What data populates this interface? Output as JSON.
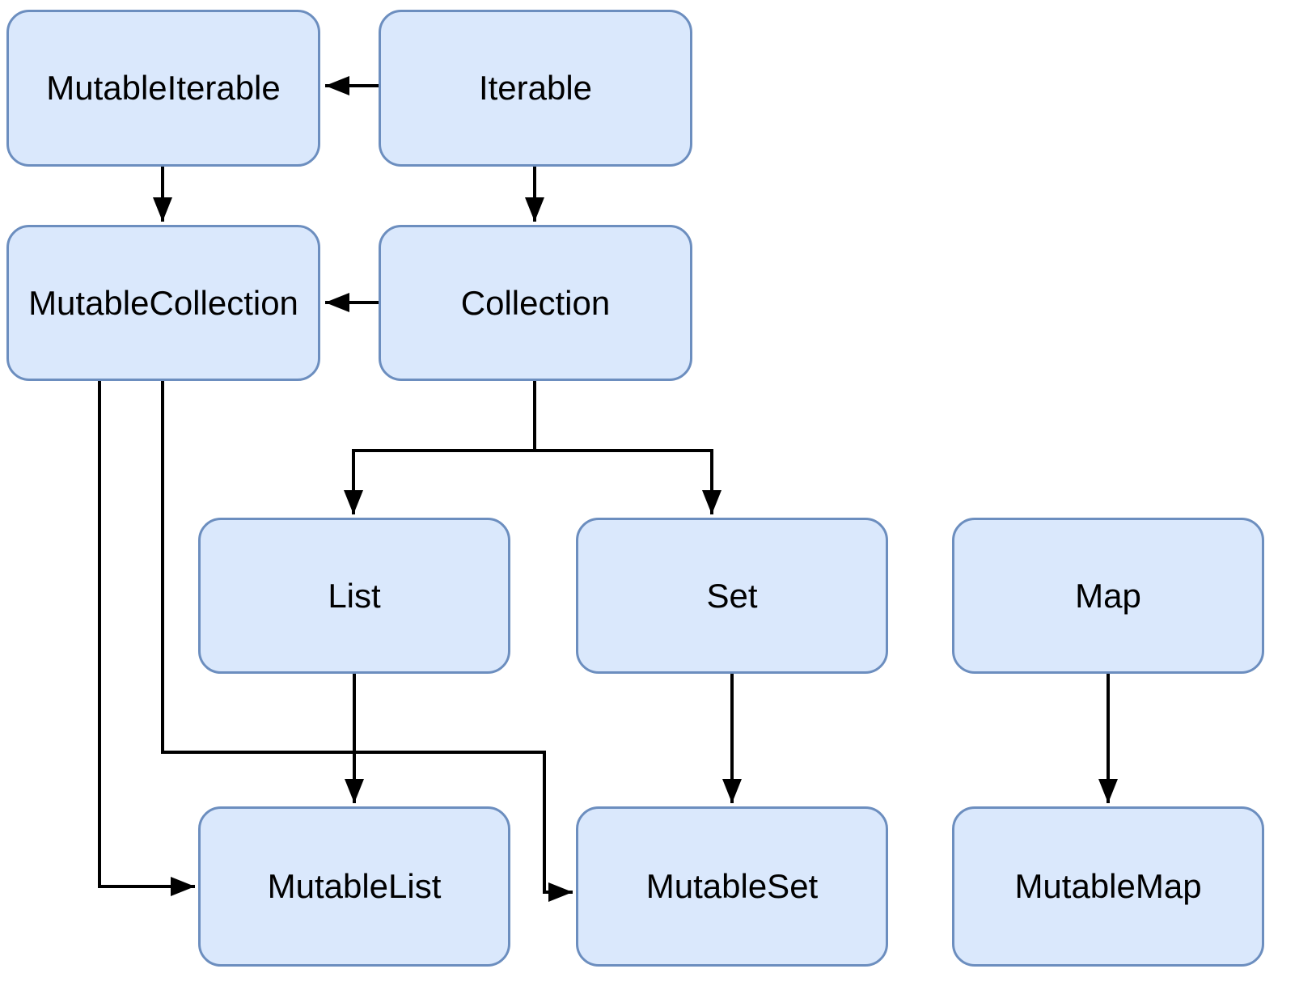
{
  "diagram": {
    "type": "class-hierarchy",
    "colors": {
      "node_fill": "#dae8fc",
      "node_border": "#6c8ebf",
      "arrow": "#000000",
      "text": "#000000",
      "background": "#ffffff"
    },
    "nodes": [
      {
        "id": "mutable-iterable",
        "label": "MutableIterable"
      },
      {
        "id": "iterable",
        "label": "Iterable"
      },
      {
        "id": "mutable-collection",
        "label": "MutableCollection"
      },
      {
        "id": "collection",
        "label": "Collection"
      },
      {
        "id": "list",
        "label": "List"
      },
      {
        "id": "set",
        "label": "Set"
      },
      {
        "id": "map",
        "label": "Map"
      },
      {
        "id": "mutable-list",
        "label": "MutableList"
      },
      {
        "id": "mutable-set",
        "label": "MutableSet"
      },
      {
        "id": "mutable-map",
        "label": "MutableMap"
      }
    ],
    "edges": [
      {
        "from": "iterable",
        "to": "mutable-iterable"
      },
      {
        "from": "mutable-iterable",
        "to": "mutable-collection"
      },
      {
        "from": "iterable",
        "to": "collection"
      },
      {
        "from": "collection",
        "to": "mutable-collection"
      },
      {
        "from": "collection",
        "to": "list"
      },
      {
        "from": "collection",
        "to": "set"
      },
      {
        "from": "list",
        "to": "mutable-list"
      },
      {
        "from": "set",
        "to": "mutable-set"
      },
      {
        "from": "map",
        "to": "mutable-map"
      },
      {
        "from": "mutable-collection",
        "to": "mutable-list"
      },
      {
        "from": "mutable-collection",
        "to": "mutable-set"
      }
    ]
  }
}
